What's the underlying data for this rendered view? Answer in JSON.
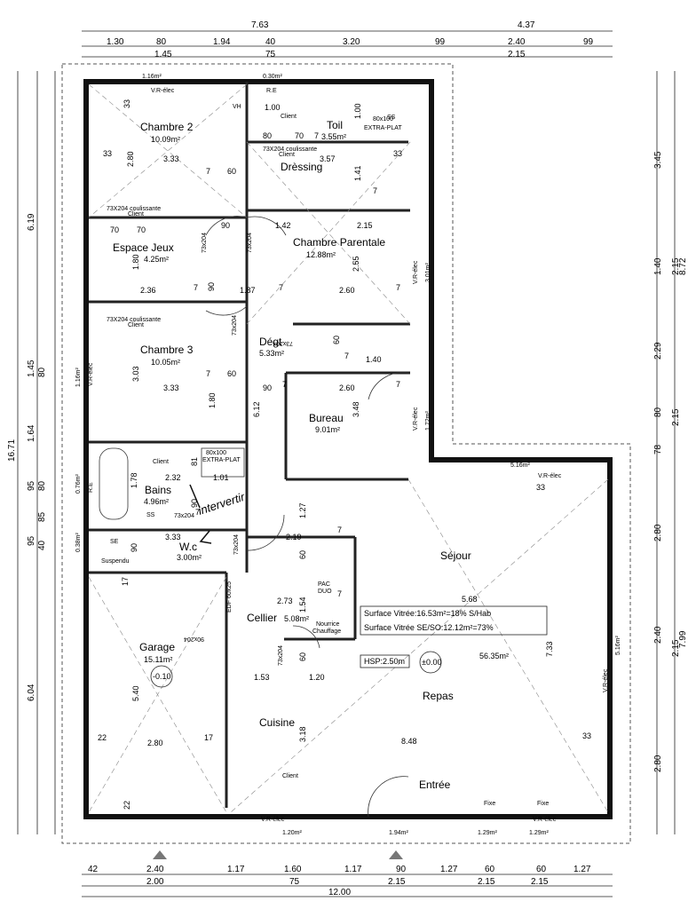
{
  "rooms": {
    "chambre2": {
      "name": "Chambre 2",
      "area": "10.09m²"
    },
    "toilet": {
      "name": "Toil",
      "area": "3.55m²"
    },
    "dressing": {
      "name": "Drèssing"
    },
    "chambre_parentale": {
      "name": "Chambre Parentale",
      "area": "12.88m²"
    },
    "espace_jeux": {
      "name": "Espace Jeux",
      "area": "4.25m²"
    },
    "degt": {
      "name": "Dégt",
      "area": "5.33m²"
    },
    "chambre3": {
      "name": "Chambre 3",
      "area": "10.05m²"
    },
    "bureau": {
      "name": "Bureau",
      "area": "9.01m²"
    },
    "bains": {
      "name": "Bains",
      "area": "4.96m²"
    },
    "wc": {
      "name": "W.c",
      "area": "3.00m²"
    },
    "sejour": {
      "name": "Séjour"
    },
    "garage": {
      "name": "Garage",
      "area": "15.11m²",
      "level": "-0.10"
    },
    "cellier": {
      "name": "Cellier",
      "area": "5.08m²"
    },
    "cuisine": {
      "name": "Cuisine"
    },
    "repas": {
      "name": "Repas"
    },
    "entree": {
      "name": "Entrée"
    },
    "living_area": "56.35m²"
  },
  "notes": {
    "surface1": "Surface Vitrée:16.53m²=18% S/Hab",
    "surface2": "Surface Vitrée SE/SO:12.12m²=73%",
    "hsp": "HSP:2.50m",
    "level0": "±0.00",
    "handwritten": "intervertir",
    "client": "Client",
    "vr_elec": "V.R-élec",
    "extra_plat": "EXTRA-PLAT",
    "size_80x100": "80x100",
    "coulissante": "73X204 coulissante",
    "suspendu": "Suspendu",
    "pac": "PAC",
    "duo": "DUO",
    "nourrice": "Nourrice",
    "chauffage": "Chauffage",
    "edf": "EDF 60x25",
    "fixe": "Fixe",
    "se": "SE",
    "re": "R.E",
    "vh": "VH",
    "door_73x204": "73x204",
    "door_90x204": "90x204",
    "ss": "SS"
  },
  "dimensions": {
    "top1": [
      "7.63",
      "4.37"
    ],
    "top2": [
      "1.30",
      "80",
      "1.94",
      "40",
      "3.20",
      "99",
      "2.40",
      "99"
    ],
    "top3": [
      "1.45",
      "75",
      "2.15"
    ],
    "bottom1": [
      "42",
      "2.40",
      "1.17",
      "1.60",
      "1.17",
      "90",
      "1.27",
      "60",
      "60",
      "1.27"
    ],
    "bottom2": [
      "2.00",
      "75",
      "2.15",
      "2.15",
      "2.15"
    ],
    "bottom3": "12.00",
    "left1": "16.71",
    "left2": [
      "6.19",
      "1.45",
      "1.64",
      "95",
      "95",
      "6.04"
    ],
    "left3": [
      "80",
      "80",
      "85",
      "40"
    ],
    "right1": [
      "3.45",
      "1.40",
      "2.29",
      "80",
      "78",
      "2.80",
      "2.40",
      "2.80"
    ],
    "right2": [
      "2.15",
      "8.72",
      "2.15",
      "2.15",
      "7.99"
    ],
    "interior": {
      "c2_w": "3.33",
      "c2_h": "2.80",
      "c2_33a": "33",
      "c2_33b": "33",
      "c2_7": "7",
      "c2_60": "60",
      "c2_70a": "70",
      "c2_70b": "70",
      "toil_w": "1.00",
      "toil_80": "80",
      "toil_70": "70",
      "toil_7": "7",
      "toil_100": "1.00",
      "dr_w": "3.57",
      "dr_h": "1.41",
      "dr_33": "33",
      "dr_7": "7",
      "cp_90": "90",
      "cp_w1": "1.42",
      "cp_w2": "2.15",
      "cp_h": "2.55",
      "ej_h": "1.80",
      "ej_w": "2.36",
      "ej_7": "7",
      "ej_90": "90",
      "dg_w": "1.87",
      "dg_7": "7",
      "cp2_w": "2.60",
      "cp2_7": "7",
      "cp2_60": "60",
      "cp2_140": "1.40",
      "cp2_7b": "7",
      "c3_h": "3.03",
      "c3_w": "3.33",
      "c3_60": "60",
      "c3_180": "1.80",
      "c3_7": "7",
      "c3_90": "90",
      "c3_7b": "7",
      "dg_h": "6.12",
      "bu_w": "2.60",
      "bu_h": "3.48",
      "bu_7": "7",
      "ba_w": "2.32",
      "ba_h": "1.78",
      "ba_81": "81",
      "ba_101": "1.01",
      "ba_90": "90",
      "ba_7": "7",
      "wc_w": "3.33",
      "wc_90": "90",
      "cel_127": "1.27",
      "cel_219": "2.19",
      "cel_60": "60",
      "cel_273": "2.73",
      "cel_154": "1.54",
      "cel_7": "7",
      "cel_60b": "60",
      "cel_153": "1.53",
      "cel_120": "1.20",
      "sej_w": "5.68",
      "sej_h": "7.33",
      "sej_33a": "33",
      "sej_33b": "33",
      "sej_7": "7",
      "ga_h": "5.40",
      "ga_w": "2.80",
      "ga_17": "17",
      "ga_22a": "22",
      "ga_22b": "22",
      "ga_17b": "17",
      "cu_h": "3.18",
      "cu_w": "8.48",
      "v1": "1.16m²",
      "v2": "0.30m²",
      "v3": "1.16m²",
      "v4": "0.76m²",
      "v5": "0.38m²",
      "v6": "3.01m²",
      "v7": "1.72m²",
      "v8": "5.16m²",
      "v9": "5.16m²",
      "v10": "1.20m²",
      "v11": "1.94m²",
      "v12": "1.29m²",
      "v13": "1.29m²"
    }
  }
}
